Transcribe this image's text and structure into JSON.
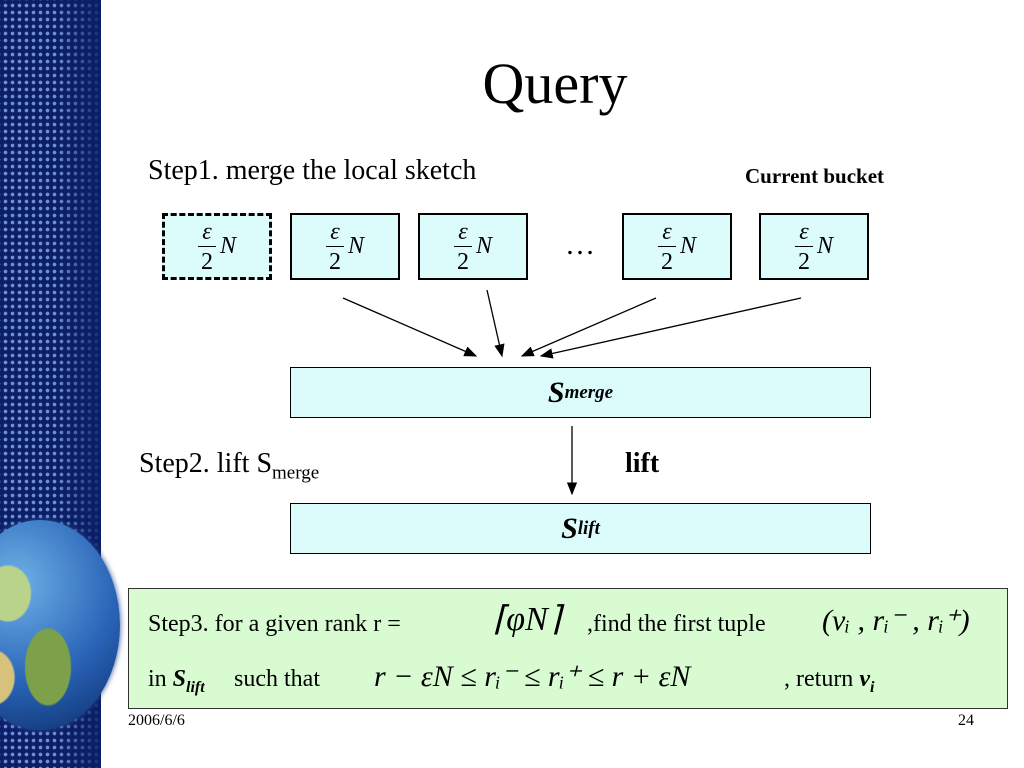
{
  "slide": {
    "title": "Query",
    "step1": "Step1. merge the local sketch",
    "current_bucket": "Current bucket",
    "bucket_label_num": "ε",
    "bucket_label_den": "2",
    "bucket_label_var": "N",
    "ellipsis": "…",
    "s_merge_base": "S",
    "s_merge_sub": "merge",
    "step2_prefix": "Step2. lift S",
    "step2_sub": "merge",
    "lift_label": "lift",
    "s_lift_base": "S",
    "s_lift_sub": "lift",
    "step3_line1_prefix": "Step3. for a given rank r =",
    "step3_line1_expr": "⌈φN⌉",
    "step3_line1_mid": ",find the first tuple",
    "step3_line1_tuple": "(vᵢ , rᵢ⁻ , rᵢ⁺)",
    "step3_line2_in": "in",
    "step3_line2_s": "S",
    "step3_line2_ssub": "lift",
    "step3_line2_such": "such that",
    "step3_line2_ineq": "r − εN ≤ rᵢ⁻ ≤ rᵢ⁺ ≤ r + εN",
    "step3_line2_return": ", return",
    "step3_line2_v": "v",
    "step3_line2_vsub": "i",
    "footer_date": "2006/6/6",
    "footer_page": "24"
  }
}
